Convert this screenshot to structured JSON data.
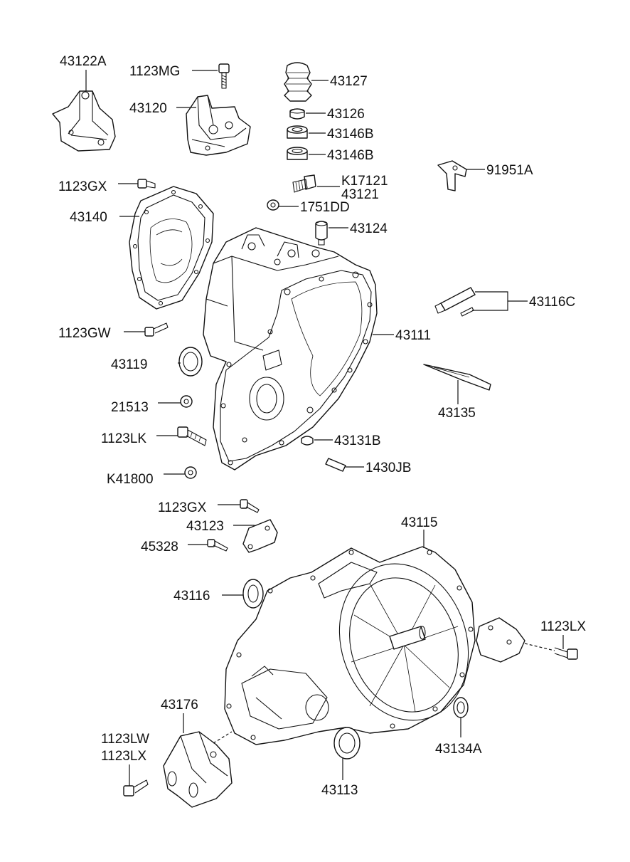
{
  "diagram": {
    "background": "#ffffff",
    "ink": "#111111",
    "labels": {
      "l43122A": "43122A",
      "l1123MG": "1123MG",
      "l43120": "43120",
      "l43127": "43127",
      "l43126": "43126",
      "l43146B_1": "43146B",
      "l43146B_2": "43146B",
      "l91951A": "91951A",
      "l1123GX_1": "1123GX",
      "lK17121": "K17121",
      "l43121": "43121",
      "l43140": "43140",
      "l1751DD": "1751DD",
      "l43124": "43124",
      "l43116C": "43116C",
      "l1123GW": "1123GW",
      "l43111": "43111",
      "l43119": "43119",
      "l43135": "43135",
      "l21513": "21513",
      "l1123LK": "1123LK",
      "l43131B": "43131B",
      "lK41800": "K41800",
      "l1430JB": "1430JB",
      "l1123GX_2": "1123GX",
      "l43123": "43123",
      "l43115": "43115",
      "l45328": "45328",
      "l43116": "43116",
      "l1123LX_1": "1123LX",
      "l43176": "43176",
      "l43134A": "43134A",
      "l1123LW": "1123LW",
      "l1123LX_2": "1123LX",
      "l43113": "43113"
    }
  }
}
